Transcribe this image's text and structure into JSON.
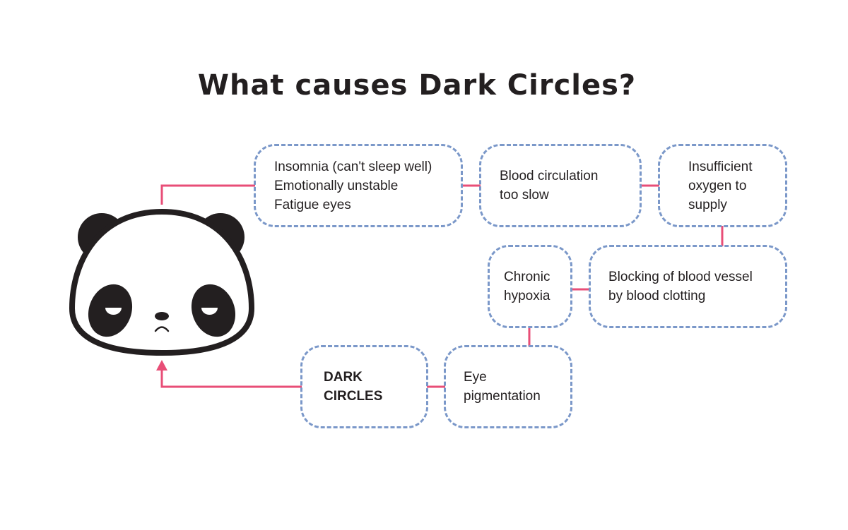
{
  "title": "What causes Dark Circles?",
  "colors": {
    "accent": "#e84e77",
    "border": "#7b98c9",
    "text": "#231f20"
  },
  "nodes": {
    "insomnia": [
      "Insomnia (can't sleep well)",
      "Emotionally unstable",
      "Fatigue eyes"
    ],
    "circulation": [
      "Blood circulation",
      "too slow"
    ],
    "oxygen": [
      "Insufficient",
      "oxygen to",
      "supply"
    ],
    "blocking": [
      "Blocking of blood vessel",
      "by blood clotting"
    ],
    "hypoxia": [
      "Chronic",
      "hypoxia"
    ],
    "pigmentation": [
      "Eye",
      "pigmentation"
    ],
    "dark_circles": [
      "DARK",
      "CIRCLES"
    ]
  },
  "icons": {
    "panda": "sad-panda-face-icon"
  }
}
